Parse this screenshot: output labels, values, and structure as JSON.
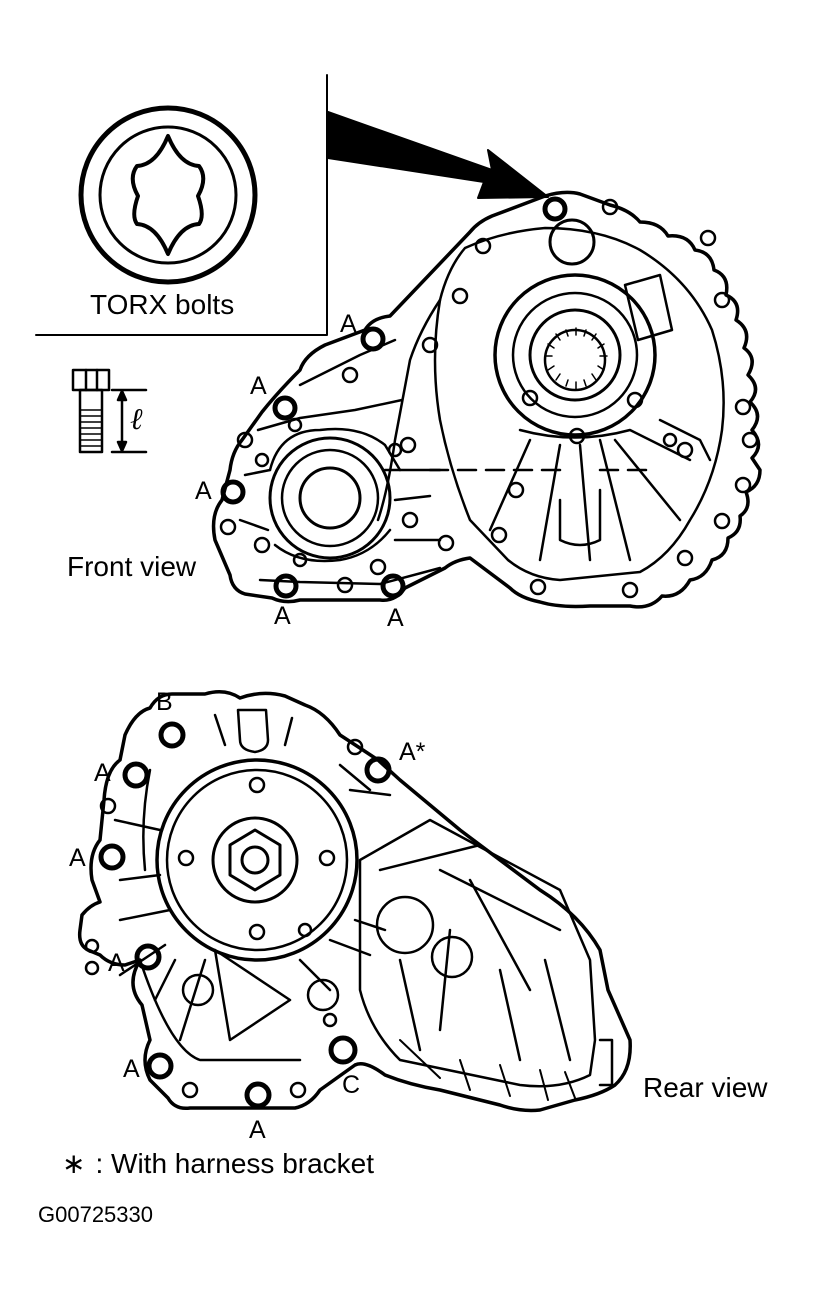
{
  "inset": {
    "caption": "TORX bolts",
    "length_symbol": "ℓ"
  },
  "views": {
    "front": "Front view",
    "rear": "Rear view"
  },
  "front_bolts": [
    "A",
    "A",
    "A",
    "A",
    "A"
  ],
  "rear_bolts": [
    "B",
    "A*",
    "A",
    "A",
    "A",
    "A",
    "A",
    "C"
  ],
  "note": {
    "symbol": "∗",
    "text": ": With harness bracket"
  },
  "figure_id": "G00725330"
}
